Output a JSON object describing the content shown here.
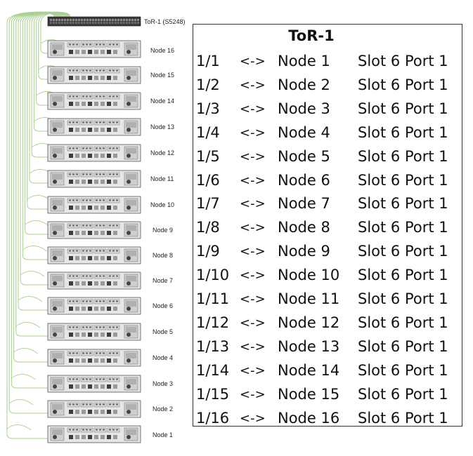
{
  "switch": {
    "label": "ToR-1 (S5248)"
  },
  "nodes": [
    "Node 16",
    "Node 15",
    "Node 14",
    "Node 13",
    "Node 12",
    "Node 11",
    "Node 10",
    "Node 9",
    "Node 8",
    "Node 7",
    "Node 6",
    "Node 5",
    "Node 4",
    "Node 3",
    "Node 2",
    "Node 1"
  ],
  "table": {
    "title": "ToR-1",
    "rows": [
      {
        "port": "1/1",
        "arrow": "<->",
        "node": "Node 1",
        "target": "Slot 6 Port 1"
      },
      {
        "port": "1/2",
        "arrow": "<->",
        "node": "Node 2",
        "target": "Slot 6 Port 1"
      },
      {
        "port": "1/3",
        "arrow": "<->",
        "node": "Node 3",
        "target": "Slot 6 Port 1"
      },
      {
        "port": "1/4",
        "arrow": "<->",
        "node": "Node 4",
        "target": "Slot 6 Port 1"
      },
      {
        "port": "1/5",
        "arrow": "<->",
        "node": "Node 5",
        "target": "Slot 6 Port 1"
      },
      {
        "port": "1/6",
        "arrow": "<->",
        "node": "Node 6",
        "target": "Slot 6 Port 1"
      },
      {
        "port": "1/7",
        "arrow": "<->",
        "node": "Node 7",
        "target": "Slot 6 Port 1"
      },
      {
        "port": "1/8",
        "arrow": "<->",
        "node": "Node 8",
        "target": "Slot 6 Port 1"
      },
      {
        "port": "1/9",
        "arrow": "<->",
        "node": "Node 9",
        "target": "Slot 6 Port 1"
      },
      {
        "port": "1/10",
        "arrow": "<->",
        "node": "Node 10",
        "target": "Slot 6 Port 1"
      },
      {
        "port": "1/11",
        "arrow": "<->",
        "node": "Node 11",
        "target": "Slot 6 Port 1"
      },
      {
        "port": "1/12",
        "arrow": "<->",
        "node": "Node 12",
        "target": "Slot 6 Port 1"
      },
      {
        "port": "1/13",
        "arrow": "<->",
        "node": "Node 13",
        "target": "Slot 6 Port 1"
      },
      {
        "port": "1/14",
        "arrow": "<->",
        "node": "Node 14",
        "target": "Slot 6 Port 1"
      },
      {
        "port": "1/15",
        "arrow": "<->",
        "node": "Node 15",
        "target": "Slot 6 Port 1"
      },
      {
        "port": "1/16",
        "arrow": "<->",
        "node": "Node 16",
        "target": "Slot 6 Port 1"
      }
    ]
  },
  "colors": {
    "cable": "#a9d18e",
    "server_face": "#e6e6e6",
    "switch_body": "#3a3a3a",
    "border": "#333333"
  }
}
